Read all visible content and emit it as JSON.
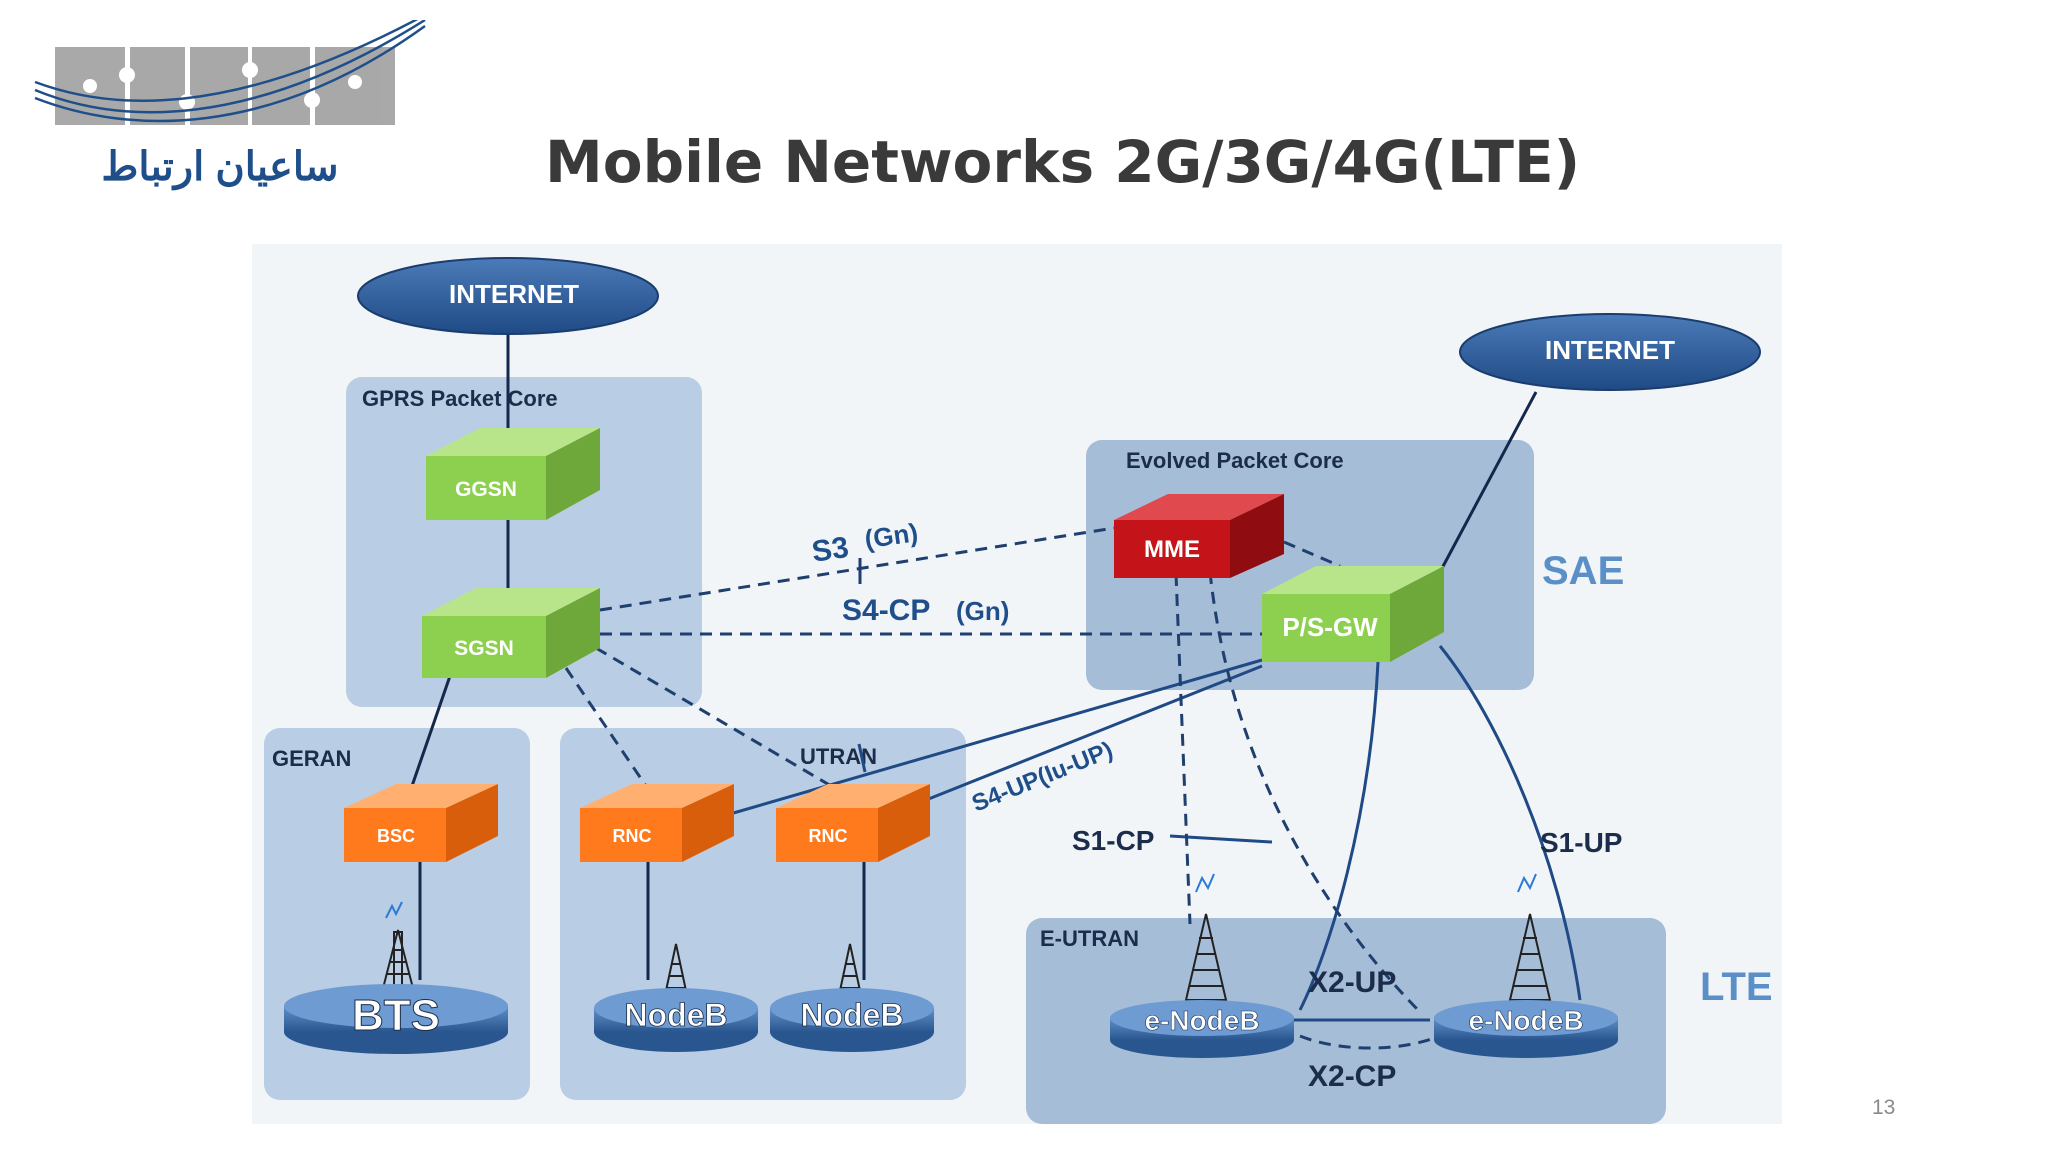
{
  "logo": {
    "text": "ساعیان ارتباط"
  },
  "title": "Mobile Networks 2G/3G/4G(LTE)",
  "page_number": "13",
  "colors": {
    "accent": "#1f3f6e",
    "ellipse": "#2e5a92",
    "region": "#b9cde4",
    "region_dark": "#a6bdd8",
    "green_node": "#8dcf4e",
    "orange_node": "#ff7a1c",
    "red_node": "#c4141a",
    "label_blue": "#5b8fc7"
  },
  "diagram": {
    "internet_left": "INTERNET",
    "internet_right": "INTERNET",
    "regions": {
      "gprs": "GPRS Packet Core",
      "epc": "Evolved Packet Core",
      "geran": "GERAN",
      "utran": "UTRAN",
      "eutran": "E-UTRAN"
    },
    "nodes": {
      "ggsn": "GGSN",
      "sgsn": "SGSN",
      "mme": "MME",
      "psgw": "P/S-GW",
      "bsc": "BSC",
      "rnc1": "RNC",
      "rnc2": "RNC"
    },
    "bases": {
      "bts": "BTS",
      "nodeb1": "NodeB",
      "nodeb2": "NodeB",
      "enodeb1": "e-NodeB",
      "enodeb2": "e-NodeB"
    },
    "interfaces": {
      "s3": "S3",
      "s3_gn": "(Gn)",
      "s4cp": "S4-CP",
      "s4cp_gn": "(Gn)",
      "s4up": "S4-UP(Iu-UP)",
      "s1cp": "S1-CP",
      "s1up": "S1-UP",
      "x2up": "X2-UP",
      "x2cp": "X2-CP"
    },
    "side_labels": {
      "sae": "SAE",
      "lte": "LTE"
    }
  }
}
